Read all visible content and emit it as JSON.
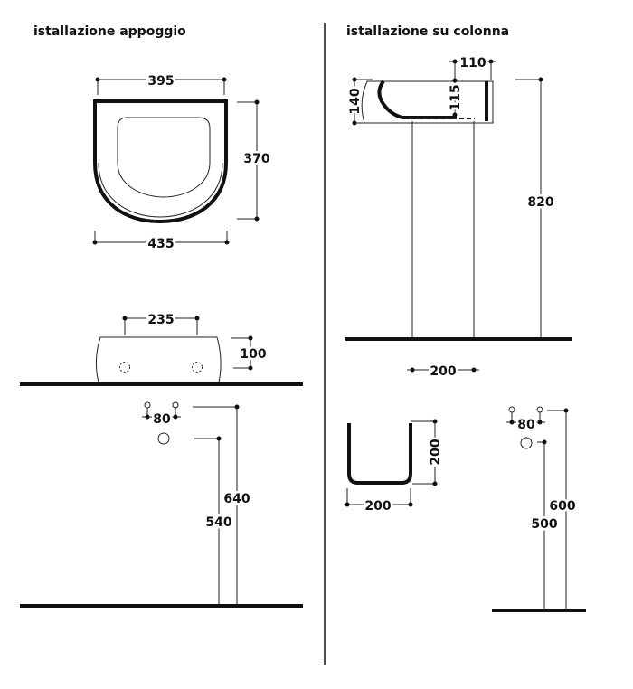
{
  "titles": {
    "left": "istallazione appoggio",
    "right": "istallazione su colonna"
  },
  "left": {
    "top_view": {
      "width_inner": "395",
      "depth": "370",
      "width_outer": "435"
    },
    "side_view": {
      "hole_spacing": "235",
      "height": "100"
    },
    "wall": {
      "tap_spacing": "80",
      "tap_height": "640",
      "drain_height": "540"
    }
  },
  "right": {
    "side_view": {
      "offset": "110",
      "bowl_depth": "115",
      "height": "140",
      "total_height": "820",
      "column_width": "200"
    },
    "column_section": {
      "depth": "200",
      "width": "200"
    },
    "wall": {
      "tap_spacing": "80",
      "tap_height": "600",
      "drain_height": "500"
    }
  }
}
